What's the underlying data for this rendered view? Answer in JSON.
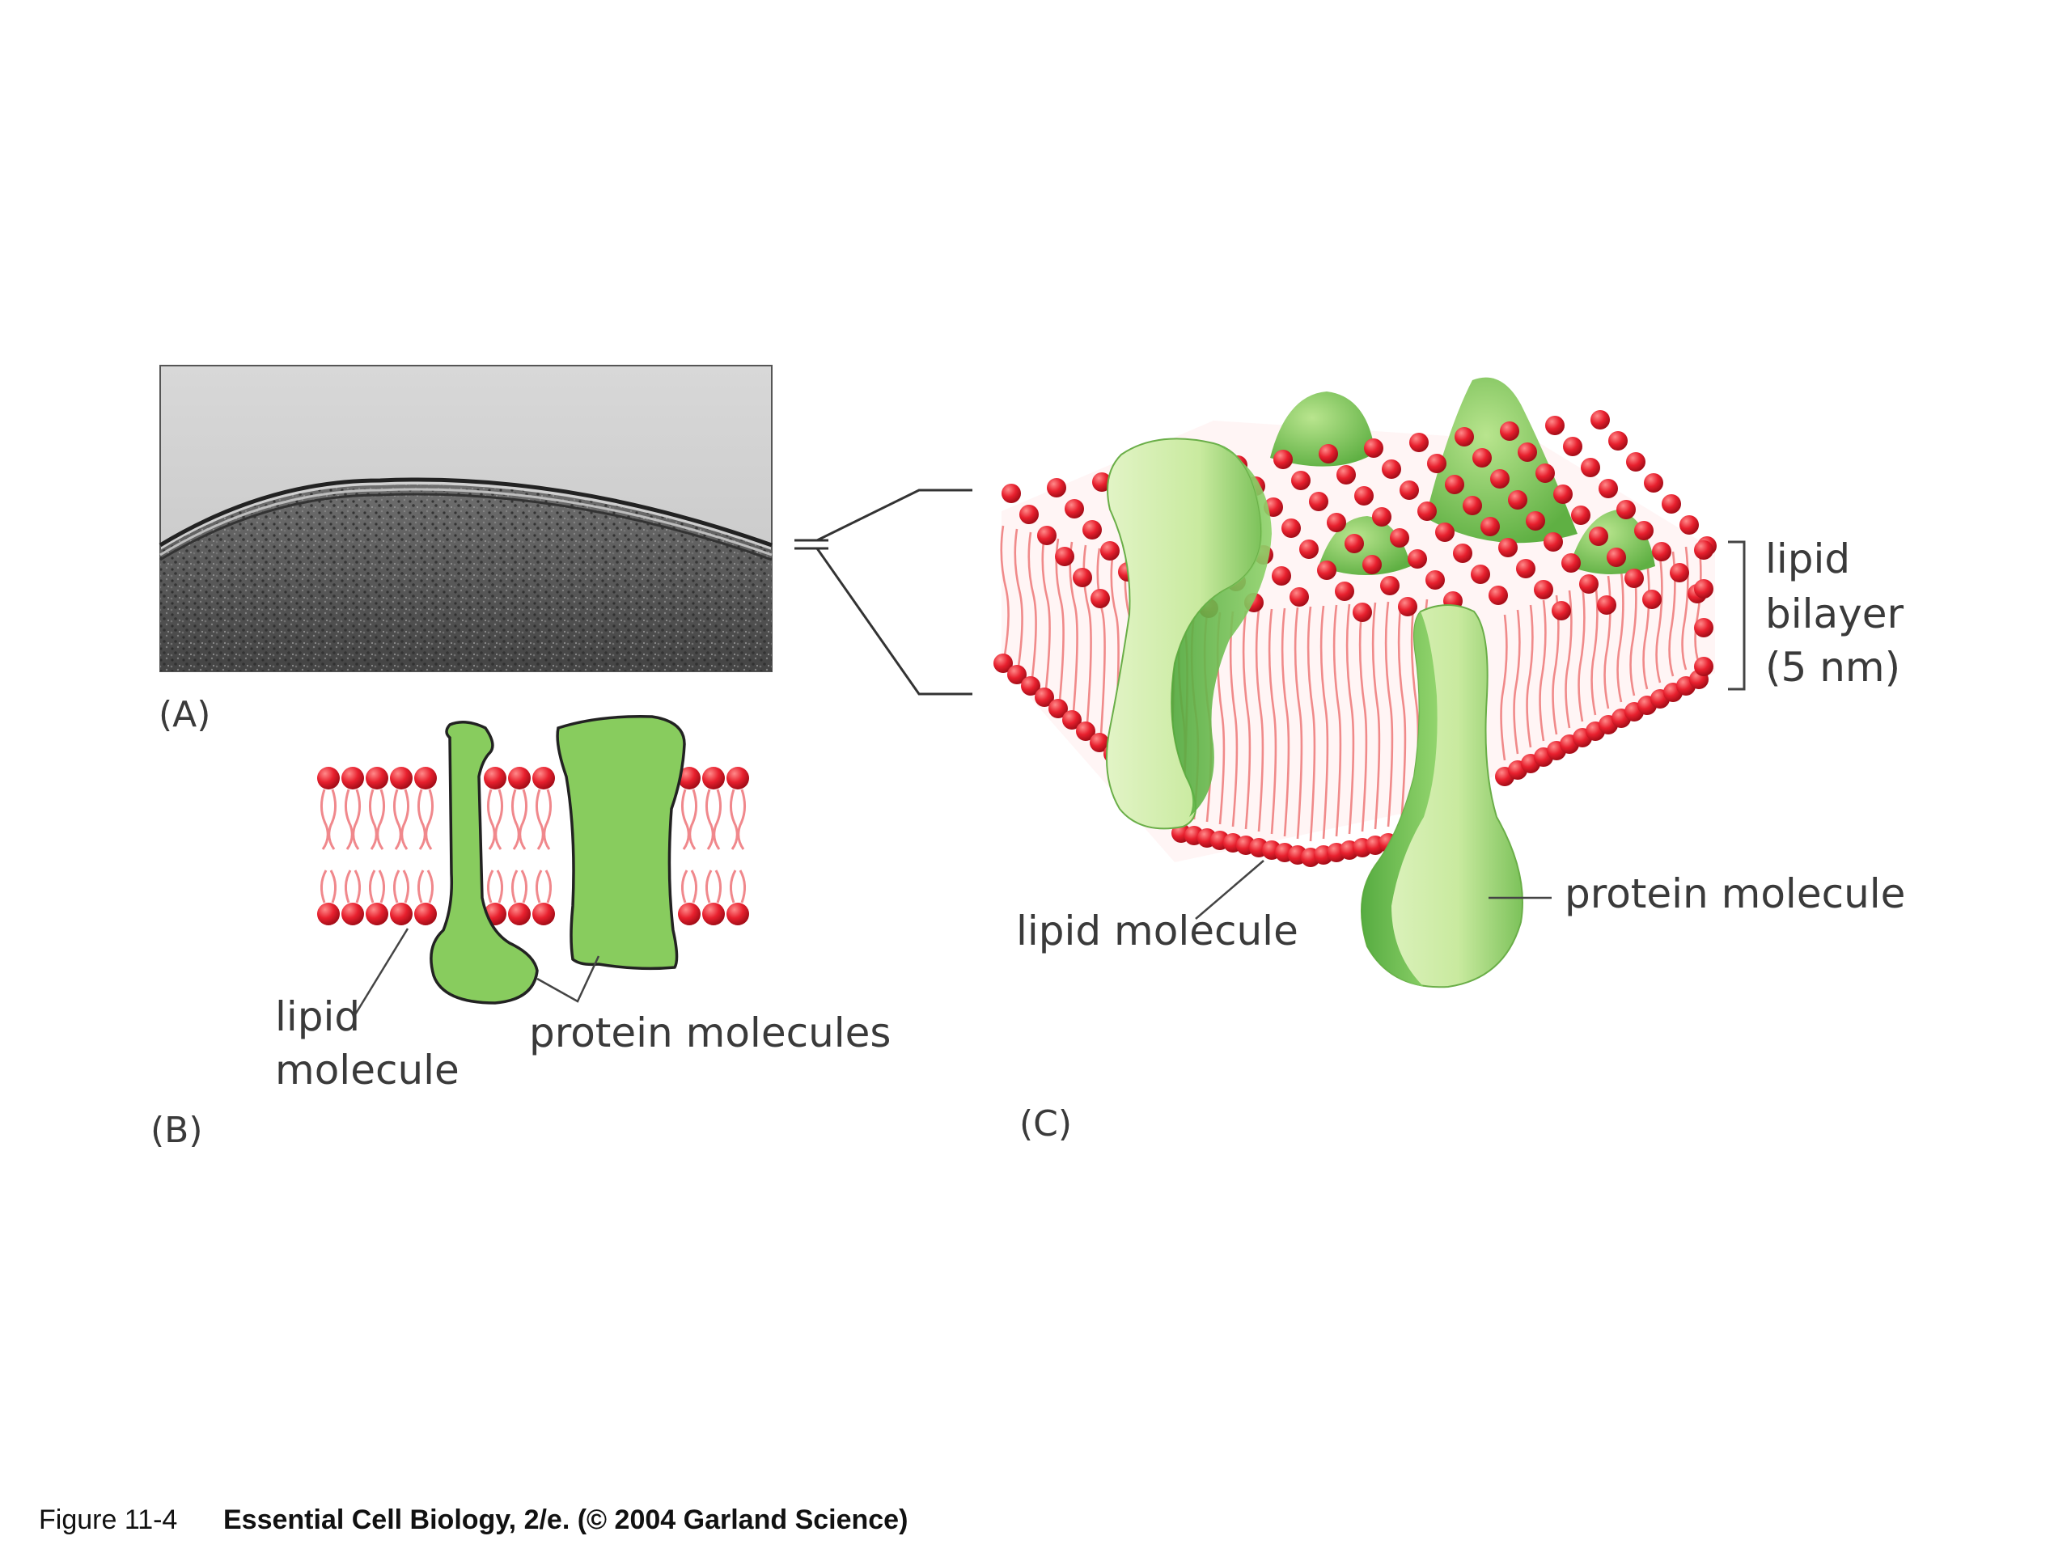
{
  "panels": {
    "a": {
      "label": "(A)"
    },
    "b": {
      "label": "(B)",
      "lipid_label_line1": "lipid",
      "lipid_label_line2": "molecule",
      "protein_label": "protein molecules"
    },
    "c": {
      "label": "(C)",
      "bilayer_line1": "lipid",
      "bilayer_line2": "bilayer",
      "bilayer_line3": "(5 nm)",
      "lipid_label": "lipid molecule",
      "protein_label": "protein molecule"
    }
  },
  "caption": {
    "figure": "Figure 11-4",
    "source": "Essential Cell Biology, 2/e. (© 2004 Garland Science)"
  },
  "colors": {
    "lipid_head": "#e8202e",
    "protein_green": "#88cc5e",
    "protein_light": "#d9f0b8",
    "line": "#333333"
  }
}
